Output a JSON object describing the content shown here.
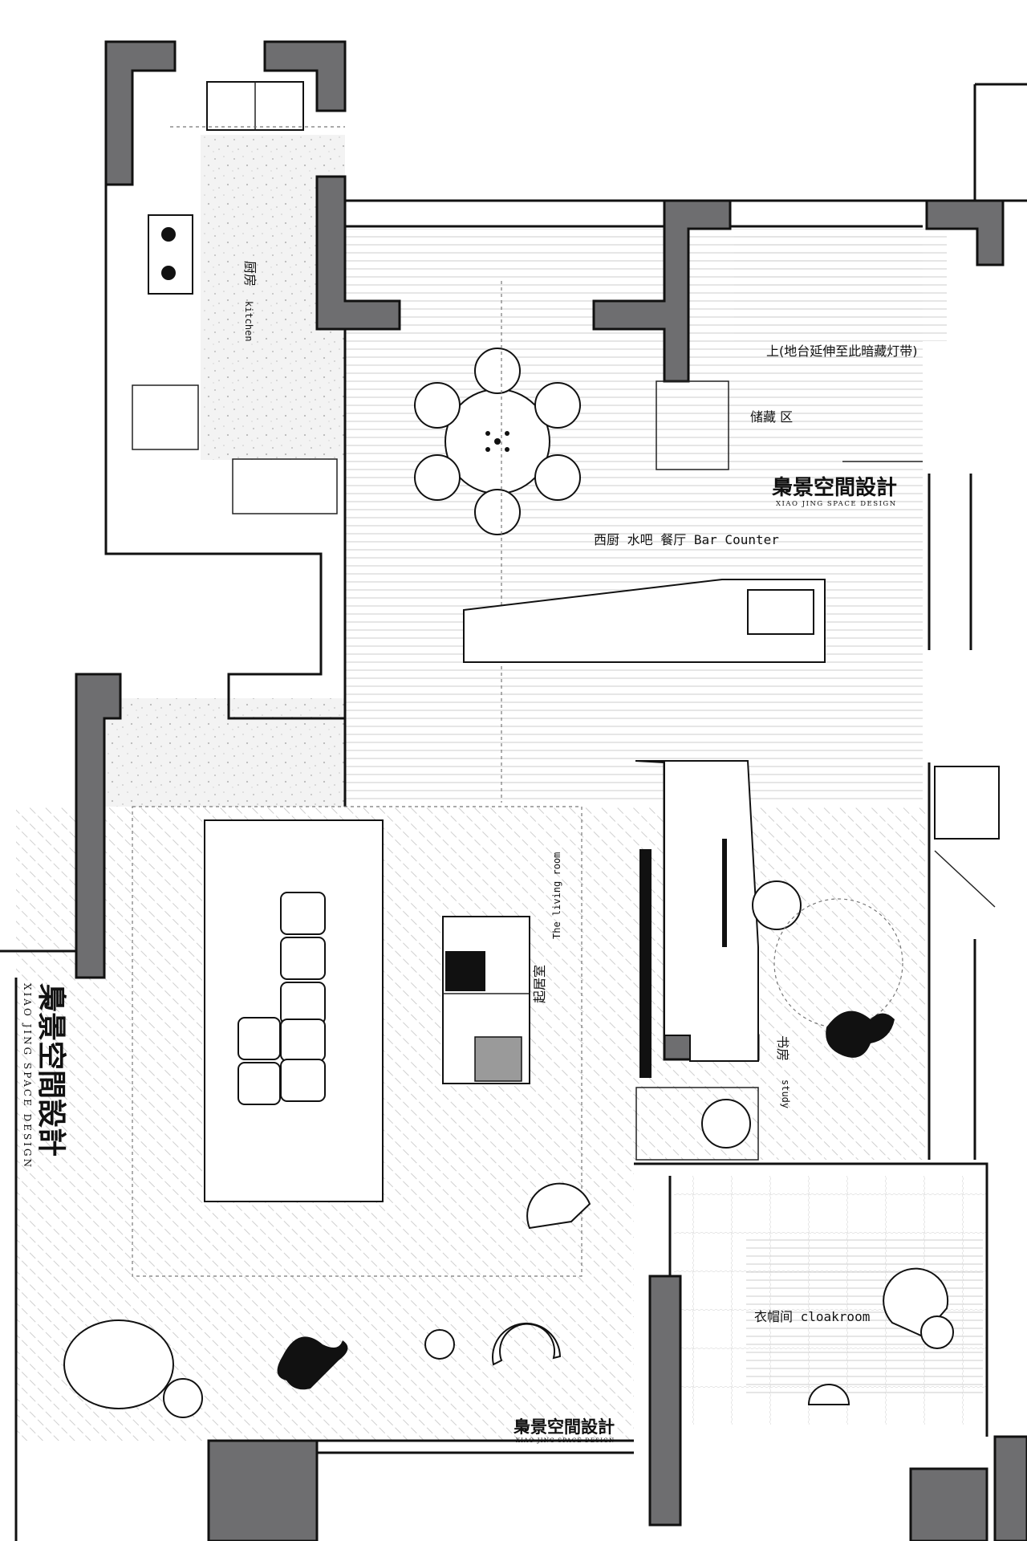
{
  "rooms": {
    "kitchen_zh": "厨房",
    "kitchen_en": "kitchen",
    "storage_up": "上(地台延伸至此暗藏灯带)",
    "storage": "储藏 区",
    "bar": "西厨 水吧 餐厅  Bar Counter",
    "living_zh": "起居室",
    "living_en": "The living room",
    "study_zh": "书房",
    "study_en": "study",
    "cloak": "衣帽间  cloakroom"
  },
  "brand": {
    "name": "梟景空間設計",
    "sub": "XIAO JING SPACE DESIGN"
  },
  "colors": {
    "wall": "#6e6e70",
    "line": "#111111",
    "terrazzo": "#f2f2f2"
  }
}
